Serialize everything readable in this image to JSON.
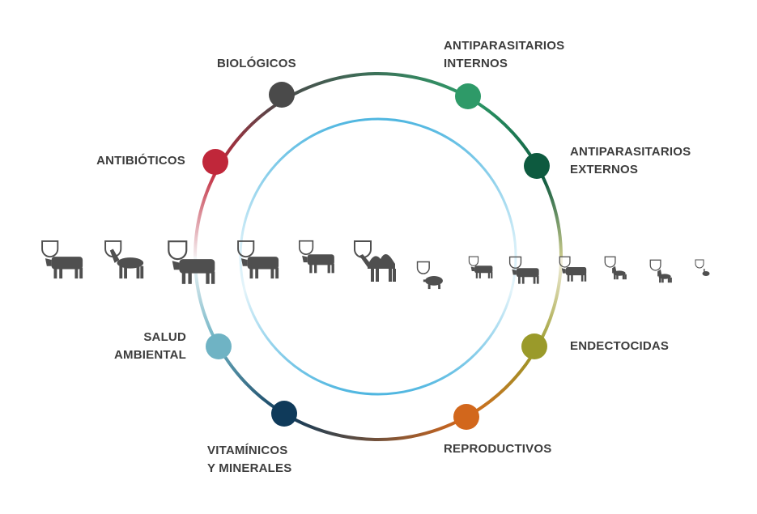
{
  "categories": [
    {
      "id": "biologicos",
      "lines": [
        "BIOLÓGICOS"
      ],
      "color": "#4a4a4a"
    },
    {
      "id": "antiparasitarios-internos",
      "lines": [
        "ANTIPARASITARIOS",
        "INTERNOS"
      ],
      "color": "#2e9a68"
    },
    {
      "id": "antiparasitarios-externos",
      "lines": [
        "ANTIPARASITARIOS",
        "EXTERNOS"
      ],
      "color": "#0d5a3f"
    },
    {
      "id": "endectocidas",
      "lines": [
        "ENDECTOCIDAS"
      ],
      "color": "#9a9a2a"
    },
    {
      "id": "reproductivos",
      "lines": [
        "REPRODUCTIVOS"
      ],
      "color": "#d2671c"
    },
    {
      "id": "vitaminicos-y-minerales",
      "lines": [
        "VITAMÍNICOS",
        "Y MINERALES"
      ],
      "color": "#0f3a5a"
    },
    {
      "id": "salud-ambiental",
      "lines": [
        "SALUD",
        "AMBIENTAL"
      ],
      "color": "#6fb3c4"
    },
    {
      "id": "antibioticos",
      "lines": [
        "ANTIBIÓTICOS"
      ],
      "color": "#c0273a"
    }
  ],
  "animals": [
    {
      "icon": "cow-icon"
    },
    {
      "icon": "horse-icon"
    },
    {
      "icon": "bull-icon"
    },
    {
      "icon": "zebu-icon"
    },
    {
      "icon": "buffalo-icon"
    },
    {
      "icon": "camel-icon"
    },
    {
      "icon": "pig-icon"
    },
    {
      "icon": "sheep-icon"
    },
    {
      "icon": "goat-icon"
    },
    {
      "icon": "deer-icon"
    },
    {
      "icon": "dog-icon"
    },
    {
      "icon": "cat-icon"
    },
    {
      "icon": "rabbit-icon"
    }
  ],
  "colors": {
    "inner_ring": "#5bbfe0",
    "text": "#3d3d3d",
    "icon": "#4f4f4f"
  }
}
